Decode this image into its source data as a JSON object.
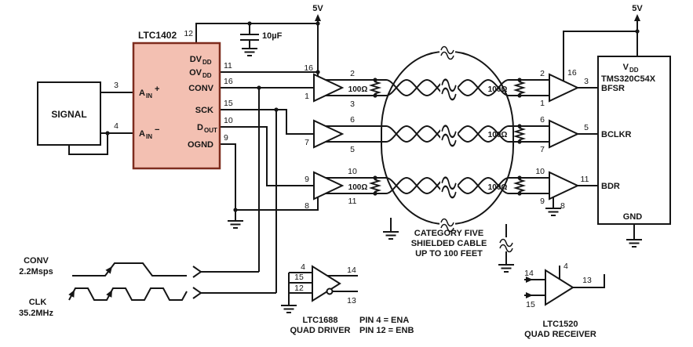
{
  "power": {
    "left_5v": "5V",
    "right_5v": "5V",
    "bypass_cap": "10µF"
  },
  "adc": {
    "name": "LTC1402",
    "pins": {
      "p12": "12",
      "p11": "11",
      "p16": "16",
      "p15": "15",
      "p10": "10",
      "p9": "9",
      "p3": "3",
      "p4": "4"
    },
    "labels": {
      "dvdd": {
        "main": "DV",
        "sub": "DD"
      },
      "ovdd": {
        "main": "OV",
        "sub": "DD"
      },
      "conv": "CONV",
      "sck": "SCK",
      "dout": {
        "main": "D",
        "sub": "OUT"
      },
      "ognd": "OGND",
      "ain_plus": {
        "main": "A",
        "sub": "IN",
        "sign": "+"
      },
      "ain_minus": {
        "main": "A",
        "sub": "IN",
        "sign": "−"
      }
    }
  },
  "source": {
    "label": "SIGNAL"
  },
  "drivers": {
    "d1": {
      "vcc": "16",
      "input": "1",
      "out_top": "2",
      "out_bot": "3"
    },
    "d2": {
      "input": "7",
      "out_top": "6",
      "out_bot": "5"
    },
    "d3": {
      "input": "9",
      "gnd": "8",
      "out_top": "10",
      "out_bot": "11"
    },
    "term_top": "100Ω",
    "term_bot": "100Ω"
  },
  "cable": {
    "line1": "CATEGORY FIVE",
    "line2": "SHIELDED CABLE",
    "line3": "UP TO 100 FEET"
  },
  "receivers": {
    "r1": {
      "in_top": "2",
      "in_bot": "1",
      "vcc": "16",
      "out": "3"
    },
    "r2": {
      "in_top": "6",
      "in_bot": "7",
      "out": "5"
    },
    "r3": {
      "in_top": "10",
      "in_bot": "9",
      "gnd": "8",
      "out": "11"
    },
    "term_top": "100Ω",
    "term_mid": "100Ω",
    "term_bot": "100Ω"
  },
  "dsp": {
    "name": "TMS320C54X",
    "vdd": {
      "main": "V",
      "sub": "DD"
    },
    "ports": {
      "bfsr": "BFSR",
      "bclkr": "BCLKR",
      "bdr": "BDR",
      "gnd": "GND"
    }
  },
  "timing": {
    "conv": {
      "name": "CONV",
      "rate": "2.2Msps"
    },
    "clk": {
      "name": "CLK",
      "rate": "35.2MHz"
    }
  },
  "spare_driver": {
    "name": "LTC1688",
    "role": "QUAD DRIVER",
    "pins": {
      "p4": "4",
      "p15": "15",
      "p12": "12",
      "p14": "14",
      "p13": "13"
    },
    "note1": "PIN 4 = ENA",
    "note2": "PIN 12 = ENB"
  },
  "spare_receiver": {
    "name": "LTC1520",
    "role": "QUAD RECEIVER",
    "pins": {
      "p14": "14",
      "p4": "4",
      "p15": "15",
      "p13": "13"
    }
  }
}
